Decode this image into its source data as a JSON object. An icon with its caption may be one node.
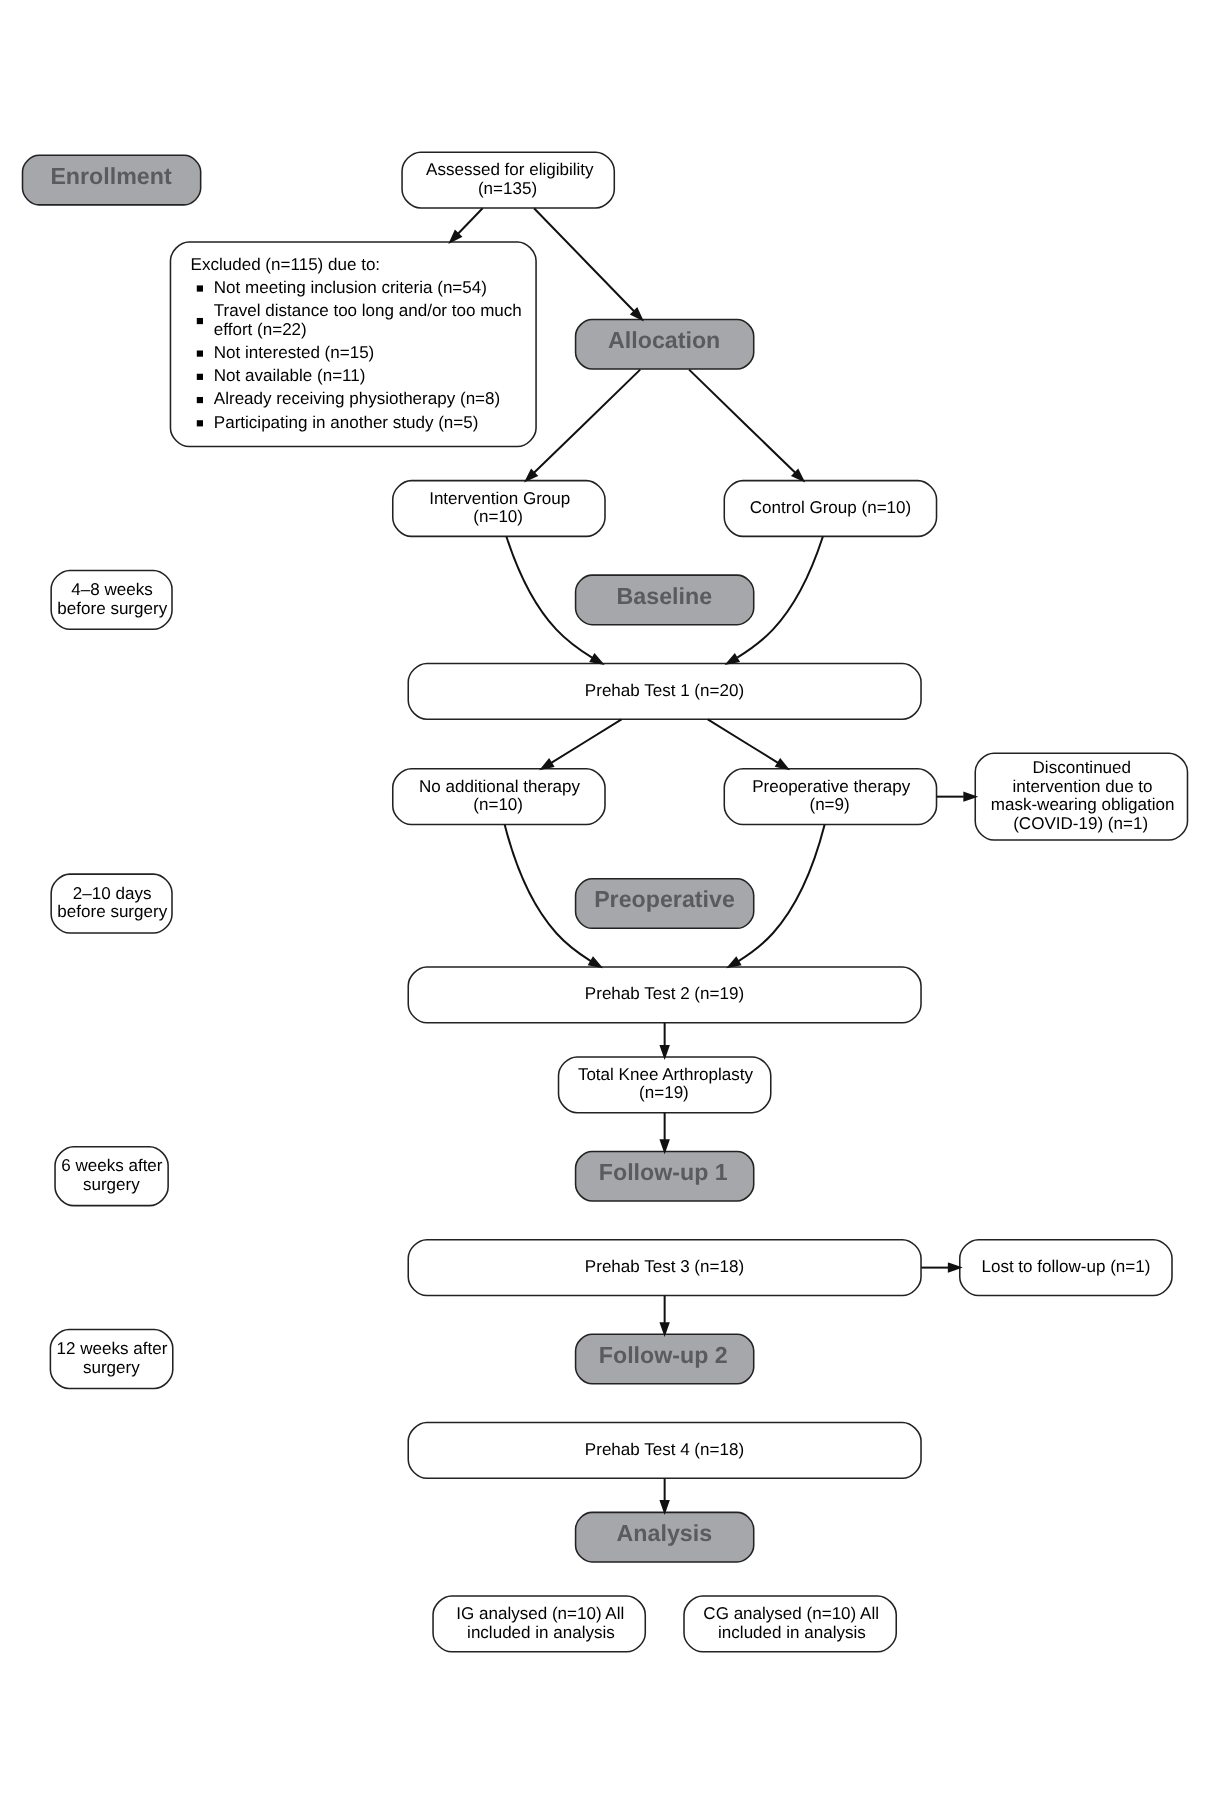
{
  "diagram": {
    "nodes": [
      {
        "text": [
          "Enrollment"
        ]
      },
      {
        "text": [
          "Assessed for eligibility (n=135)"
        ]
      },
      {
        "text": [
          "Excluded (n=115) due to:",
          "Not meeting inclusion criteria (n=54)",
          "Travel distance too long and/or too much effort (n=22)",
          "Not interested (n=15)",
          "Not available (n=11)",
          "Already receiving physiotherapy (n=8)",
          "Participating in another study (n=5)"
        ]
      },
      {
        "text": [
          "Allocation"
        ]
      },
      {
        "text": [
          "Intervention Group (n=10)"
        ]
      },
      {
        "text": [
          "Control Group (n=10)"
        ]
      },
      {
        "text": [
          "4–8 weeks before surgery"
        ]
      },
      {
        "text": [
          "Baseline"
        ]
      },
      {
        "text": [
          "Prehab Test 1 (n=20)"
        ]
      },
      {
        "text": [
          "No additional therapy (n=10)"
        ]
      },
      {
        "text": [
          "Preoperative therapy (n=9)"
        ]
      },
      {
        "text": [
          "Discontinued intervention due to mask-wearing obligation (COVID-19) (n=1)"
        ]
      },
      {
        "text": [
          "2–10 days before surgery"
        ]
      },
      {
        "text": [
          "Preoperative"
        ]
      },
      {
        "text": [
          "Prehab Test 2 (n=19)"
        ]
      },
      {
        "text": [
          "Total Knee Arthroplasty (n=19)"
        ]
      },
      {
        "text": [
          "6 weeks after surgery"
        ]
      },
      {
        "text": [
          "Follow-up 1"
        ]
      },
      {
        "text": [
          "Prehab Test 3 (n=18)"
        ]
      },
      {
        "text": [
          "Lost to follow-up (n=1)"
        ]
      },
      {
        "text": [
          "12 weeks after surgery"
        ]
      },
      {
        "text": [
          "Follow-up 2"
        ]
      },
      {
        "text": [
          "Prehab Test 4 (n=18)"
        ]
      },
      {
        "text": [
          "Analysis"
        ]
      },
      {
        "text": [
          "IG analysed (n=10) All included in analysis"
        ]
      },
      {
        "text": [
          "CG analysed (n=10) All included in analysis"
        ]
      }
    ],
    "edges": [
      {
        "from": 1,
        "to": 3,
        "arrow": "to"
      },
      {
        "from": 1,
        "to": 2,
        "arrow": "to"
      },
      {
        "from": 3,
        "to": 4,
        "arrow": "to"
      },
      {
        "from": 3,
        "to": 5,
        "arrow": "to"
      },
      {
        "from": 4,
        "to": 8,
        "arrow": "to"
      },
      {
        "from": 5,
        "to": 8,
        "arrow": "to"
      },
      {
        "from": 8,
        "to": 9,
        "arrow": "to"
      },
      {
        "from": 8,
        "to": 10,
        "arrow": "to"
      },
      {
        "from": 10,
        "to": 11,
        "arrow": "to"
      },
      {
        "from": 9,
        "to": 14,
        "arrow": "to"
      },
      {
        "from": 10,
        "to": 14,
        "arrow": "to"
      },
      {
        "from": 14,
        "to": 15,
        "arrow": "to"
      },
      {
        "from": 15,
        "to": 17,
        "arrow": "to"
      },
      {
        "from": 18,
        "to": 19,
        "arrow": "to"
      },
      {
        "from": 18,
        "to": 21,
        "arrow": "to"
      },
      {
        "from": 22,
        "to": 23,
        "arrow": "to"
      }
    ]
  }
}
